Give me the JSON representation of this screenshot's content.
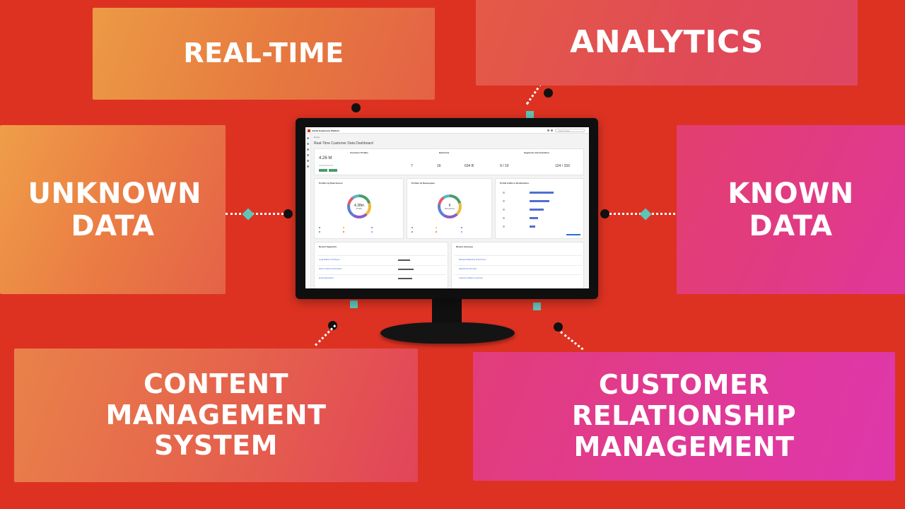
{
  "panels": {
    "realtime": "REAL-TIME",
    "analytics": "ANALYTICS",
    "unknown_data": "UNKNOWN DATA",
    "known_data": "KNOWN DATA",
    "cms": "CONTENT MANAGEMENT SYSTEM",
    "crm": "CUSTOMER RELATIONSHIP MANAGEMENT"
  },
  "colors": {
    "background": "#dd3222",
    "connector_dot": "#111111",
    "connector_marker": "#5fc4b8"
  },
  "dashboard": {
    "brand": "Adobe Experience Platform",
    "search_placeholder": "Search Adobe",
    "breadcrumb": "Home",
    "title": "Real-Time Customer Data Dashboard",
    "customer_profiles": {
      "title": "Customer Profiles",
      "value": "4.26 M"
    },
    "data_flow": {
      "title": "Data Flow",
      "values": [
        "7",
        "16",
        "634 B"
      ]
    },
    "segments_activation": {
      "title": "Segments and Activation",
      "values": [
        "9 / 10",
        "124 / 150"
      ]
    },
    "profiles_by_source": {
      "title": "Profiles by Data Source",
      "ring_value": "4.28m",
      "ring_label": "Profiles"
    },
    "profiles_by_namespace": {
      "title": "Profiles by Namespace",
      "ring_value": "6",
      "ring_label": "Namespaces"
    },
    "profile_traffic": {
      "title": "Profile traffic to Destinations",
      "bars": [
        0.85,
        0.7,
        0.5,
        0.3,
        0.2
      ]
    },
    "recent_segments": {
      "title": "Recent Segments",
      "rows": [
        "Loyal Platform US Buyers",
        "Return Visitors Last Product",
        "Email Subscribers"
      ]
    },
    "recent_journeys": {
      "title": "Recent Journeys",
      "rows": [
        "Weekend Marketing Send Promo",
        "Abandoned Cart Flow",
        "Customer Platform Loyal Ups"
      ]
    }
  }
}
